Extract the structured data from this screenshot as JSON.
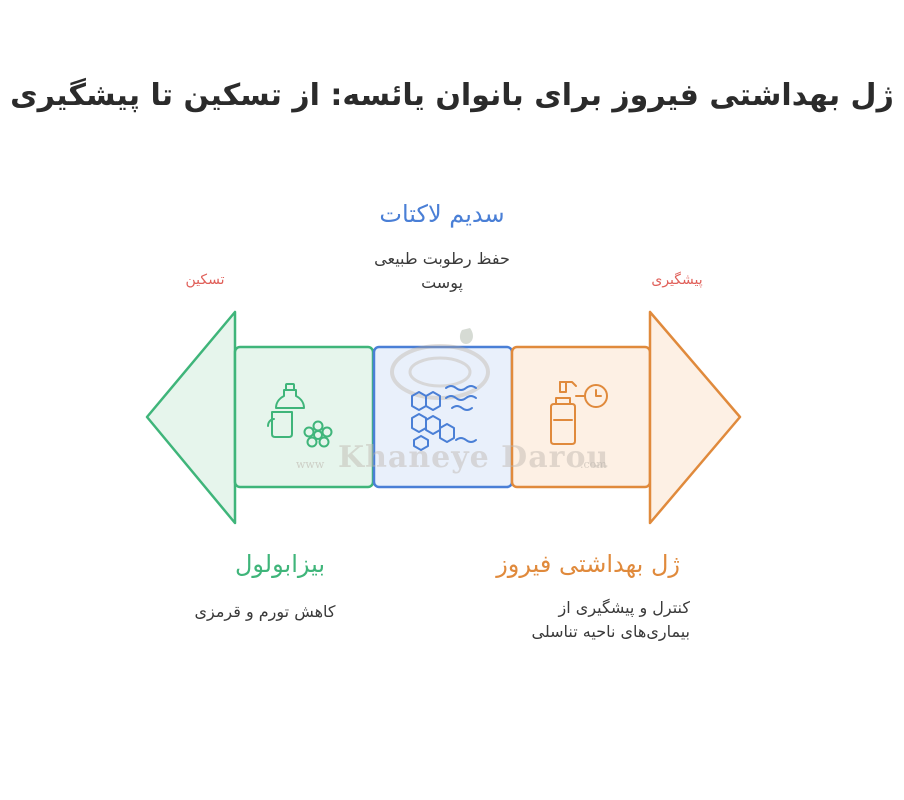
{
  "title": "ژل بهداشتی فیروز برای بانوان یائسه: از تسکین تا پیشگیری",
  "left_end_label": "تسکین",
  "right_end_label": "پیشگیری",
  "sections": [
    {
      "heading": "سدیم لاکتات",
      "description_lines": [
        "حفظ رطوبت طبیعی",
        "پوست"
      ],
      "color": "#4a7fd6"
    },
    {
      "heading": "بیزابولول",
      "description_lines": [
        "کاهش تورم و قرمزی"
      ],
      "color": "#3fb57a"
    },
    {
      "heading": "ژل بهداشتی فیروز",
      "description_lines": [
        "کنترل و پیشگیری از",
        "بیماری‌های ناحیه تناسلی"
      ],
      "color": "#e08a3c"
    }
  ],
  "icons": {
    "left": "bottle-flower-icon",
    "middle": "hydration-cells-icon",
    "right": "spray-bottle-clock-icon"
  },
  "watermark": {
    "main": "Khaneye Darou",
    "prefix": "www",
    "suffix": ".com"
  },
  "colors": {
    "green": "#3fb57a",
    "blue": "#4a7fd6",
    "orange": "#e08a3c",
    "end_label": "#e0605a"
  }
}
